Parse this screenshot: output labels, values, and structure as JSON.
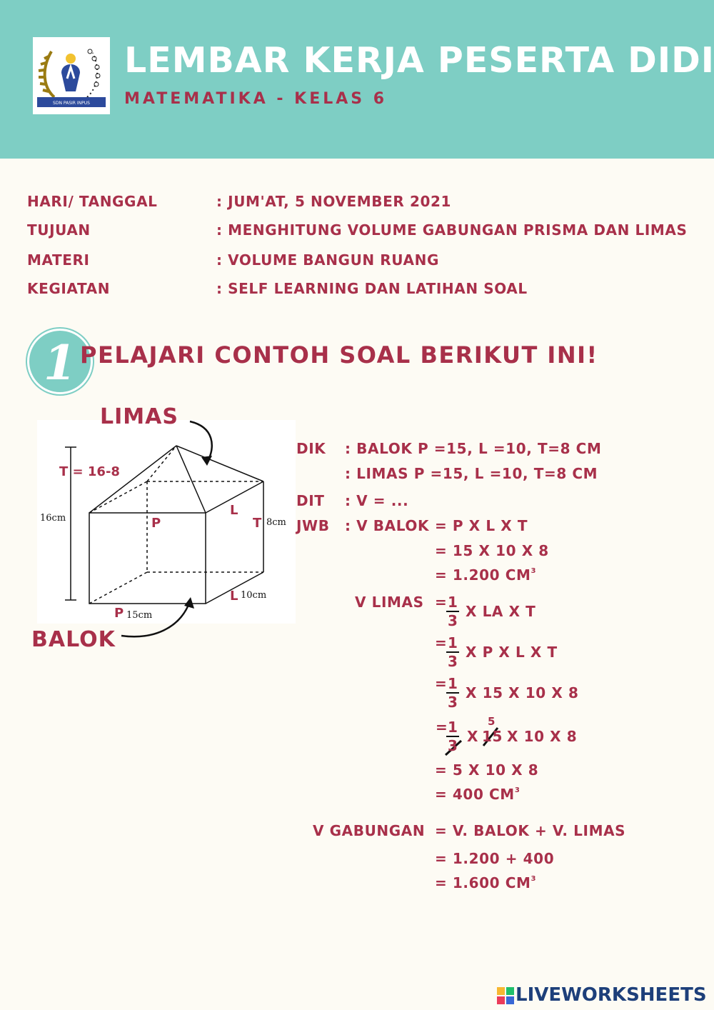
{
  "header": {
    "title": "LEMBAR KERJA PESERTA DIDIK",
    "subtitle": "MATEMATIKA - KELAS 6",
    "logo_text": "SDN PASIR INPUS"
  },
  "info": [
    {
      "key": "HARI/ TANGGAL",
      "value": ": JUM'AT, 5 NOVEMBER 2021"
    },
    {
      "key": "TUJUAN",
      "value": ": MENGHITUNG VOLUME GABUNGAN PRISMA DAN LIMAS"
    },
    {
      "key": "MATERI",
      "value": ": VOLUME BANGUN RUANG"
    },
    {
      "key": "KEGIATAN",
      "value": ": SELF LEARNING DAN LATIHAN SOAL"
    }
  ],
  "section": {
    "number": "1",
    "title": "PELAJARI CONTOH SOAL BERIKUT  INI!"
  },
  "figure": {
    "limas_label": "LIMAS",
    "balok_label": "BALOK",
    "t_label": "T = 16-8",
    "p_label": "P",
    "l_label": "L",
    "t_side_label": "T",
    "l_bottom_label": "L",
    "p_bottom_label": "P",
    "dim_16": "16cm",
    "dim_8": "8cm",
    "dim_10": "10cm",
    "dim_15": "15cm"
  },
  "solution": {
    "dik_label": "DIK",
    "dik_1": ": BALOK P =15, L =10, T=8 CM",
    "dik_2": ": LIMAS P =15, L =10, T=8 CM",
    "dit_label": "DIT",
    "dit_1": ": V = ...",
    "jwb_label": "JWB",
    "v_balok_label": ": V BALOK",
    "balok_1": "= P X L X T",
    "balok_2": "= 15 X 10 X 8",
    "balok_3": "= 1.200 CM",
    "v_limas_label": "V LIMAS",
    "limas_1": "X LA X T",
    "limas_2": "X P X L X T",
    "limas_3": "X 15 X 10 X 8",
    "limas_4a": "X",
    "limas_4b": "15",
    "limas_4c": "X 10 X 8",
    "limas_4_note": "5",
    "limas_5": "= 5 X 10 X 8",
    "limas_6": "= 400 CM",
    "frac_num": "1",
    "frac_den": "3",
    "eq": "=",
    "v_gab_label": "V GABUNGAN",
    "gab_1": "= V. BALOK + V. LIMAS",
    "gab_2": "= 1.200 + 400",
    "gab_3": "= 1.600 CM",
    "cube_exp": "3"
  },
  "footer": {
    "brand": "LIVEWORKSHEETS",
    "brand_colors": [
      "#f7b731",
      "#20bf6b",
      "#eb3b5a",
      "#3867d6"
    ]
  },
  "colors": {
    "header_bg": "#7ecec4",
    "accent": "#a8304a",
    "page_bg": "#fdfbf4"
  }
}
